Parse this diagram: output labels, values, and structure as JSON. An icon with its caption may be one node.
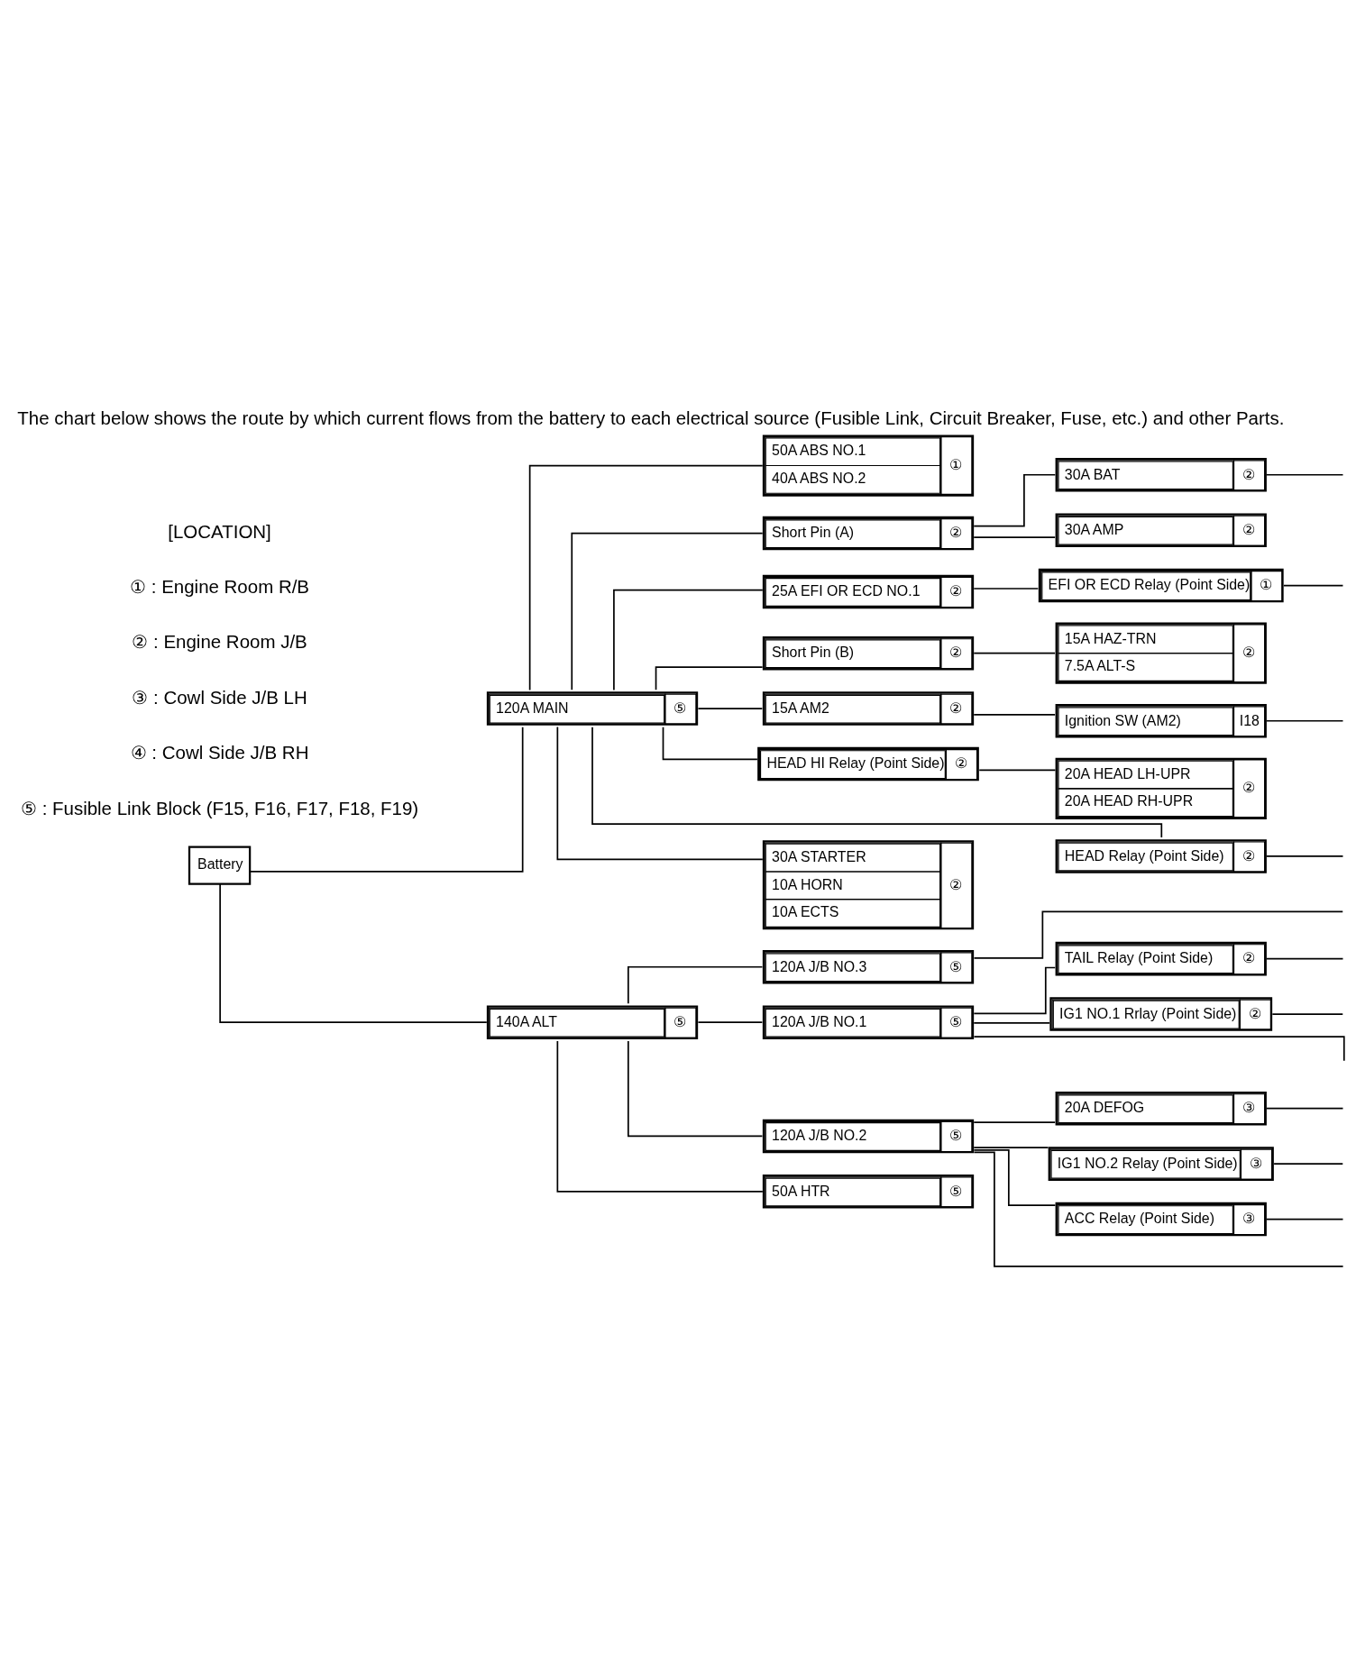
{
  "diagram": {
    "title": "The chart below shows the route by which current flows from the battery to each electrical source (Fusible Link, Circuit Breaker, Fuse, etc.) and other Parts.",
    "nodes": [
      {
        "text": [
          "Battery"
        ]
      },
      {
        "text": [
          "120A MAIN",
          "⑤"
        ]
      },
      {
        "text": [
          "140A ALT",
          "⑤"
        ]
      },
      {
        "text": [
          "50A ABS NO.1",
          "40A ABS NO.2",
          "①"
        ]
      },
      {
        "text": [
          "Short Pin (A)",
          "②"
        ]
      },
      {
        "text": [
          "25A EFI OR ECD NO.1",
          "②"
        ]
      },
      {
        "text": [
          "Short Pin (B)",
          "②"
        ]
      },
      {
        "text": [
          "15A AM2",
          "②"
        ]
      },
      {
        "text": [
          "HEAD HI Relay (Point Side)",
          "②"
        ]
      },
      {
        "text": [
          "HEAD Relay (Point Side)",
          "②"
        ]
      },
      {
        "text": [
          "30A STARTER",
          "10A HORN",
          "10A ECTS",
          "②"
        ]
      },
      {
        "text": [
          "30A BAT",
          "②"
        ]
      },
      {
        "text": [
          "30A AMP",
          "②"
        ]
      },
      {
        "text": [
          "EFI OR ECD Relay (Point Side)",
          "①"
        ]
      },
      {
        "text": [
          "15A HAZ-TRN",
          "7.5A ALT-S",
          "②"
        ]
      },
      {
        "text": [
          "Ignition SW (AM2)",
          "I18"
        ]
      },
      {
        "text": [
          "20A HEAD LH-UPR",
          "20A HEAD RH-UPR",
          "②"
        ]
      },
      {
        "text": [
          "120A J/B NO.3",
          "⑤"
        ]
      },
      {
        "text": [
          "120A J/B NO.1",
          "⑤"
        ]
      },
      {
        "text": [
          "120A J/B NO.2",
          "⑤"
        ]
      },
      {
        "text": [
          "50A HTR",
          "⑤"
        ]
      },
      {
        "text": [
          "TAIL Relay (Point Side)",
          "②"
        ]
      },
      {
        "text": [
          "IG1 NO.1 Rrlay (Point Side)",
          "②"
        ]
      },
      {
        "text": [
          "20A DEFOG",
          "③"
        ]
      },
      {
        "text": [
          "IG1 NO.2 Relay (Point Side)",
          "③"
        ]
      },
      {
        "text": [
          "ACC Relay (Point Side)",
          "③"
        ]
      }
    ],
    "edges": [
      {
        "from": 0,
        "to": 1,
        "arrow": "none"
      },
      {
        "from": 0,
        "to": 2,
        "arrow": "none"
      },
      {
        "from": 1,
        "to": 3,
        "arrow": "none"
      },
      {
        "from": 1,
        "to": 4,
        "arrow": "none"
      },
      {
        "from": 1,
        "to": 5,
        "arrow": "none"
      },
      {
        "from": 1,
        "to": 6,
        "arrow": "none"
      },
      {
        "from": 1,
        "to": 7,
        "arrow": "none"
      },
      {
        "from": 1,
        "to": 8,
        "arrow": "none"
      },
      {
        "from": 1,
        "to": 9,
        "arrow": "none"
      },
      {
        "from": 1,
        "to": 10,
        "arrow": "none"
      },
      {
        "from": 4,
        "to": 11,
        "arrow": "none"
      },
      {
        "from": 4,
        "to": 12,
        "arrow": "none"
      },
      {
        "from": 11,
        "to": null,
        "arrow": "none"
      },
      {
        "from": 5,
        "to": 13,
        "arrow": "none"
      },
      {
        "from": 13,
        "to": null,
        "arrow": "none"
      },
      {
        "from": 6,
        "to": 14,
        "arrow": "none"
      },
      {
        "from": 7,
        "to": 15,
        "arrow": "none"
      },
      {
        "from": 15,
        "to": null,
        "arrow": "none"
      },
      {
        "from": 8,
        "to": 16,
        "arrow": "none"
      },
      {
        "from": 9,
        "to": null,
        "arrow": "none"
      },
      {
        "from": 2,
        "to": 17,
        "arrow": "none"
      },
      {
        "from": 2,
        "to": 18,
        "arrow": "none"
      },
      {
        "from": 2,
        "to": 19,
        "arrow": "none"
      },
      {
        "from": 2,
        "to": 20,
        "arrow": "none"
      },
      {
        "from": 17,
        "to": null,
        "arrow": "none"
      },
      {
        "from": 18,
        "to": 21,
        "arrow": "none"
      },
      {
        "from": 18,
        "to": null,
        "arrow": "none"
      },
      {
        "from": 18,
        "to": 22,
        "arrow": "none"
      },
      {
        "from": 21,
        "to": null,
        "arrow": "none"
      },
      {
        "from": 22,
        "to": null,
        "arrow": "none"
      },
      {
        "from": 19,
        "to": null,
        "arrow": "none"
      },
      {
        "from": 19,
        "to": 23,
        "arrow": "none"
      },
      {
        "from": 19,
        "to": 24,
        "arrow": "none"
      },
      {
        "from": 19,
        "to": 25,
        "arrow": "none"
      },
      {
        "from": 23,
        "to": null,
        "arrow": "none"
      },
      {
        "from": 24,
        "to": null,
        "arrow": "none"
      },
      {
        "from": 25,
        "to": null,
        "arrow": "none"
      }
    ],
    "labels": [
      "[LOCATION]",
      "① : Engine Room R/B",
      "② : Engine Room J/B",
      "③ : Cowl Side J/B LH",
      "④ : Cowl Side J/B RH",
      "⑤ : Fusible Link Block (F15, F16, F17, F18, F19)"
    ]
  }
}
